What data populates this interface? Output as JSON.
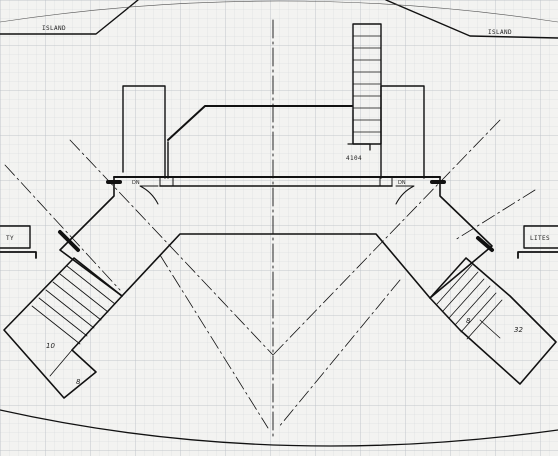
{
  "drawing": {
    "labels": {
      "island_left": "ISLAND",
      "island_right": "ISLAND",
      "room_number": "4104",
      "left_box": "TY",
      "right_box": "LITES",
      "left_stair_upper": "10",
      "left_stair_lower": "8",
      "right_stair_left": "8",
      "right_stair_right": "32",
      "left_door_note": "DN",
      "right_door_note": "DN"
    },
    "colors": {
      "paper": "#f3f3f1",
      "grid": "#d3d6da",
      "grid_major": "#b9bec4",
      "ink": "#111111"
    }
  }
}
